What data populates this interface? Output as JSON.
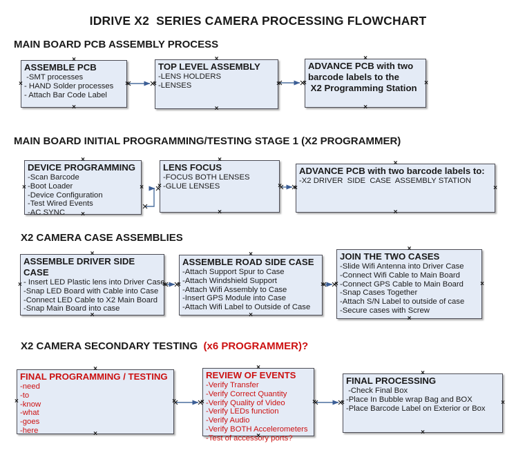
{
  "title": "IDRIVE X2  SERIES CAMERA PROCESSING FLOWCHART",
  "colors": {
    "box_fill": "#e4ebf6",
    "box_border": "#4c4c55",
    "arrow": "#4a6e9e",
    "accent_red": "#cc1111",
    "text": "#1a1a1a"
  },
  "icons": {
    "connection_point": "×"
  },
  "sections": [
    {
      "heading": "MAIN BOARD PCB ASSEMBLY PROCESS",
      "boxes": [
        {
          "title": "ASSEMBLE PCB",
          "items": [
            " -SMT processes",
            "- HAND Solder processes",
            "- Attach Bar Code Label"
          ]
        },
        {
          "title": "TOP LEVEL ASSEMBLY",
          "items": [
            "-LENS HOLDERS",
            "-LENSES"
          ]
        },
        {
          "title": "ADVANCE PCB with two barcode labels to the\n X2 Programming Station",
          "items": []
        }
      ]
    },
    {
      "heading": "MAIN BOARD INITIAL PROGRAMMING/TESTING STAGE 1 (X2 PROGRAMMER)",
      "boxes": [
        {
          "title": "DEVICE PROGRAMMING",
          "items": [
            "-Scan Barcode",
            "-Boot Loader",
            "-Device Configuration",
            "-Test Wired Events",
            "-AC SYNC"
          ]
        },
        {
          "title": "LENS FOCUS",
          "items": [
            "-FOCUS BOTH LENSES",
            "-GLUE LENSES"
          ]
        },
        {
          "title": "ADVANCE PCB with two barcode labels to:",
          "items": [
            "-X2 DRIVER  SIDE  CASE  ASSEMBLY STATION"
          ]
        }
      ]
    },
    {
      "heading": "X2 CAMERA CASE ASSEMBLIES",
      "boxes": [
        {
          "title": "ASSEMBLE DRIVER SIDE CASE",
          "items": [
            "- Insert LED Plastic lens into Driver Case",
            "-Snap LED Board with Cable into Case",
            "-Connect LED Cable to X2 Main Board",
            "-Snap Main Board into case"
          ]
        },
        {
          "title": "ASSEMBLE ROAD SIDE CASE",
          "items": [
            "-Attach Support Spur to Case",
            "-Attach Windshield Support",
            "-Attach Wifi Assembly to Case",
            "-Insert GPS Module into Case",
            "-Attach Wifi Label to Outside of Case"
          ]
        },
        {
          "title": "JOIN THE TWO CASES",
          "items": [
            "-Slide Wifi Antenna into Driver Case",
            "-Connect Wifi Cable to Main Board",
            "-Connect GPS Cable to Main Board",
            "-Snap Cases Together",
            "-Attach S/N Label to outside of case",
            "-Secure cases with Screw"
          ]
        }
      ]
    },
    {
      "heading": "X2 CAMERA SECONDARY TESTING  ",
      "heading_red": "(x6 PROGRAMMER)?",
      "boxes": [
        {
          "title": "FINAL PROGRAMMING / TESTING",
          "items": [
            "-need",
            "-to",
            "-know",
            "-what",
            "-goes",
            "-here"
          ]
        },
        {
          "title": "REVIEW OF EVENTS",
          "items": [
            "-Verify Transfer",
            "-Verify Correct Quantity",
            "-Verify Quality of Video",
            "-Verify LEDs function",
            "-Verify Audio",
            "-Verify BOTH Accelerometers",
            "-Test of accessory ports?"
          ]
        },
        {
          "title": "FINAL PROCESSING",
          "items": [
            " -Check Final Box",
            "-Place In Bubble wrap Bag and BOX",
            "-Place Barcode Label on Exterior or Box"
          ]
        }
      ]
    }
  ]
}
